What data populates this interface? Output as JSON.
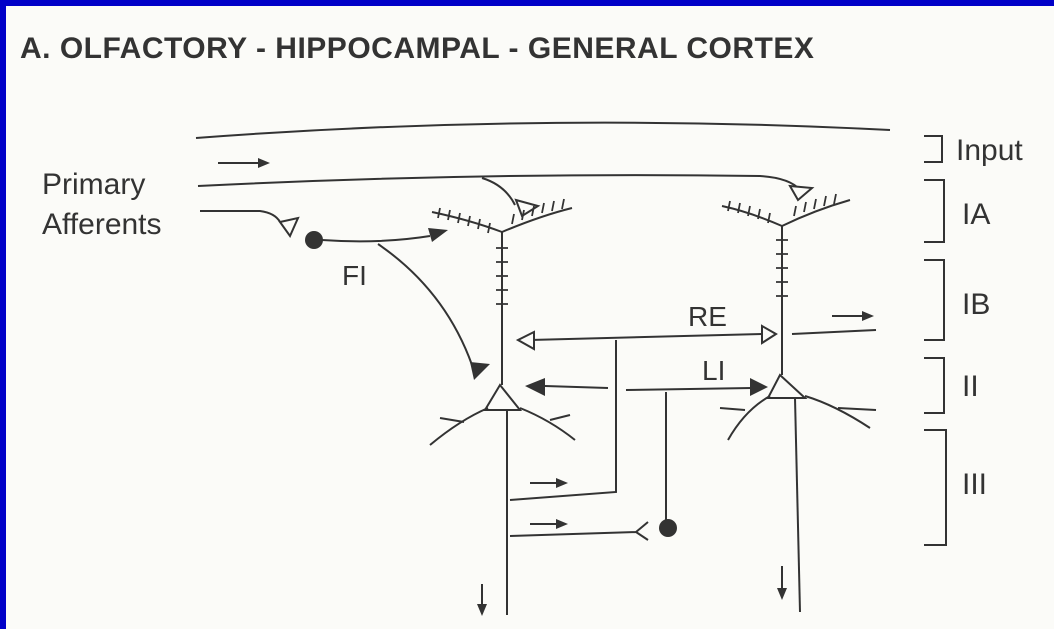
{
  "title": "A.  OLFACTORY - HIPPOCAMPAL - GENERAL CORTEX",
  "labels": {
    "primary": "Primary",
    "afferents": "Afferents",
    "fi": "FI",
    "re": "RE",
    "li": "LI"
  },
  "layers": [
    {
      "id": "input",
      "label": "Input"
    },
    {
      "id": "ia",
      "label": "IA"
    },
    {
      "id": "ib",
      "label": "IB"
    },
    {
      "id": "ii",
      "label": "II"
    },
    {
      "id": "iii",
      "label": "III"
    }
  ],
  "colors": {
    "background": "#0000c8",
    "paper": "#fbfbf8",
    "ink": "#333333"
  }
}
